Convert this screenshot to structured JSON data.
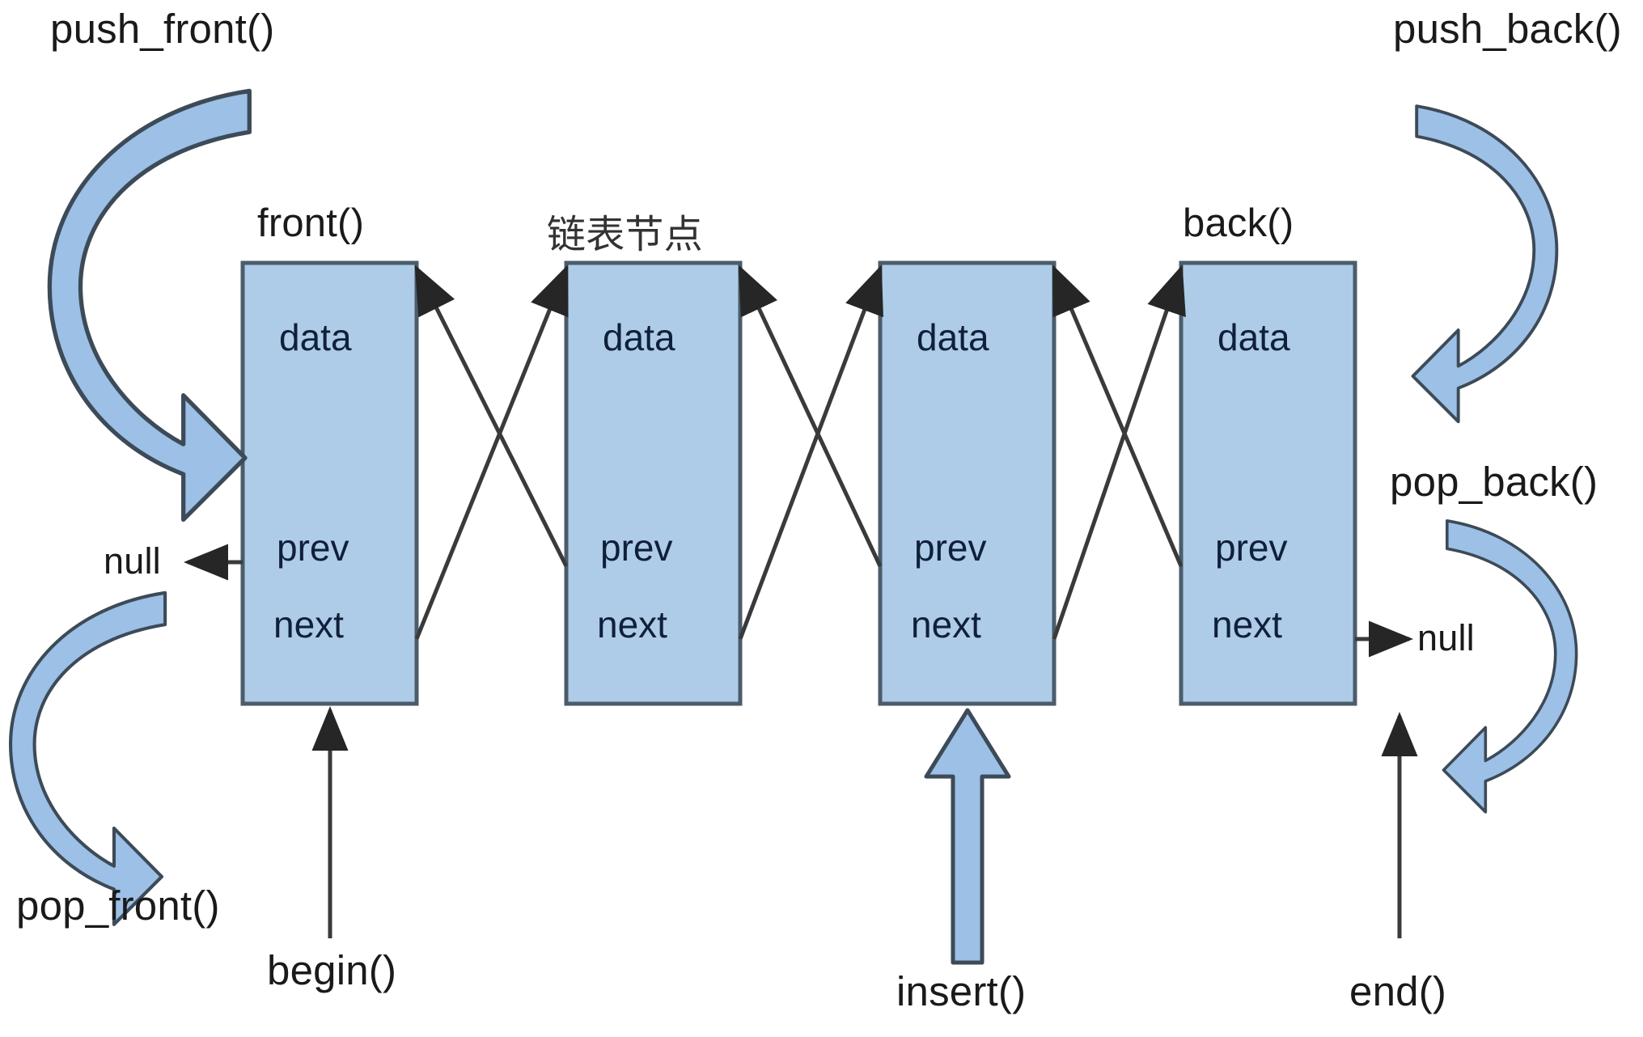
{
  "diagram": {
    "title": "doubly linked list (std::list) operations",
    "type": "doubly-linked-list",
    "colors": {
      "node_fill": "#aecce8",
      "node_stroke": "#4b5c6b",
      "block_arrow_fill": "#9cc0e6",
      "block_arrow_stroke": "#3d4a57",
      "pointer_line": "#3a3a3a",
      "text": "#1a1a1a",
      "background": "#ffffff"
    },
    "node_label_cn": "链表节点",
    "nodes": [
      {
        "id": "n1",
        "top_label": "front()",
        "fields": [
          "data",
          "prev",
          "next"
        ]
      },
      {
        "id": "n2",
        "top_label": "",
        "fields": [
          "data",
          "prev",
          "next"
        ]
      },
      {
        "id": "n3",
        "top_label": "",
        "fields": [
          "data",
          "prev",
          "next"
        ]
      },
      {
        "id": "n4",
        "top_label": "back()",
        "fields": [
          "data",
          "prev",
          "next"
        ]
      }
    ],
    "field_labels": {
      "data": "data",
      "prev": "prev",
      "next": "next"
    },
    "terminators": {
      "left_null": "null",
      "right_null": "null"
    },
    "operations": {
      "push_front": "push_front()",
      "push_back": "push_back()",
      "pop_front": "pop_front()",
      "pop_back": "pop_back()",
      "insert": "insert()"
    },
    "iterators": {
      "begin": "begin()",
      "end": "end()"
    },
    "accessors": {
      "front": "front()",
      "back": "back()"
    }
  }
}
